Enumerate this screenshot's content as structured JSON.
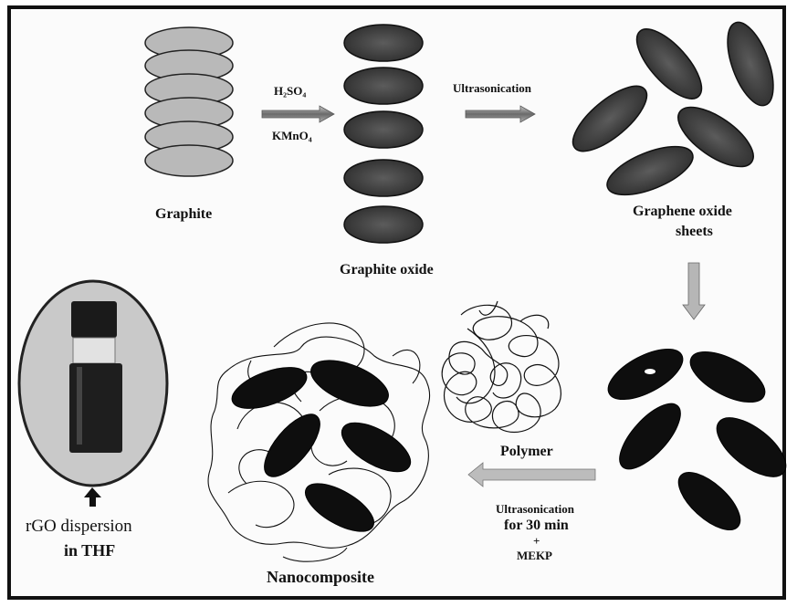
{
  "labels": {
    "graphite": "Graphite",
    "reagent_acid": "H₂SO₄",
    "reagent_oxidant": "KMnO₄",
    "graphite_oxide": "Graphite oxide",
    "ultrasonication_top": "Ultrasonication",
    "graphene_oxide_line1": "Graphene oxide",
    "graphene_oxide_line2": "sheets",
    "polymer": "Polymer",
    "ultrasonication_bottom": "Ultrasonication",
    "duration": "for 30 min",
    "plus": "+",
    "mekp": "MEKP",
    "nanocomposite": "Nanocomposite",
    "rgo_line1": "rGO dispersion",
    "rgo_line2": "in THF"
  },
  "colors": {
    "graphite_fill": "#b8b8b8",
    "oxide_fill": "#5a5a5a",
    "sheet_fill": "#111111",
    "arrow_fill": "#8a8a8a",
    "line": "#111111"
  }
}
